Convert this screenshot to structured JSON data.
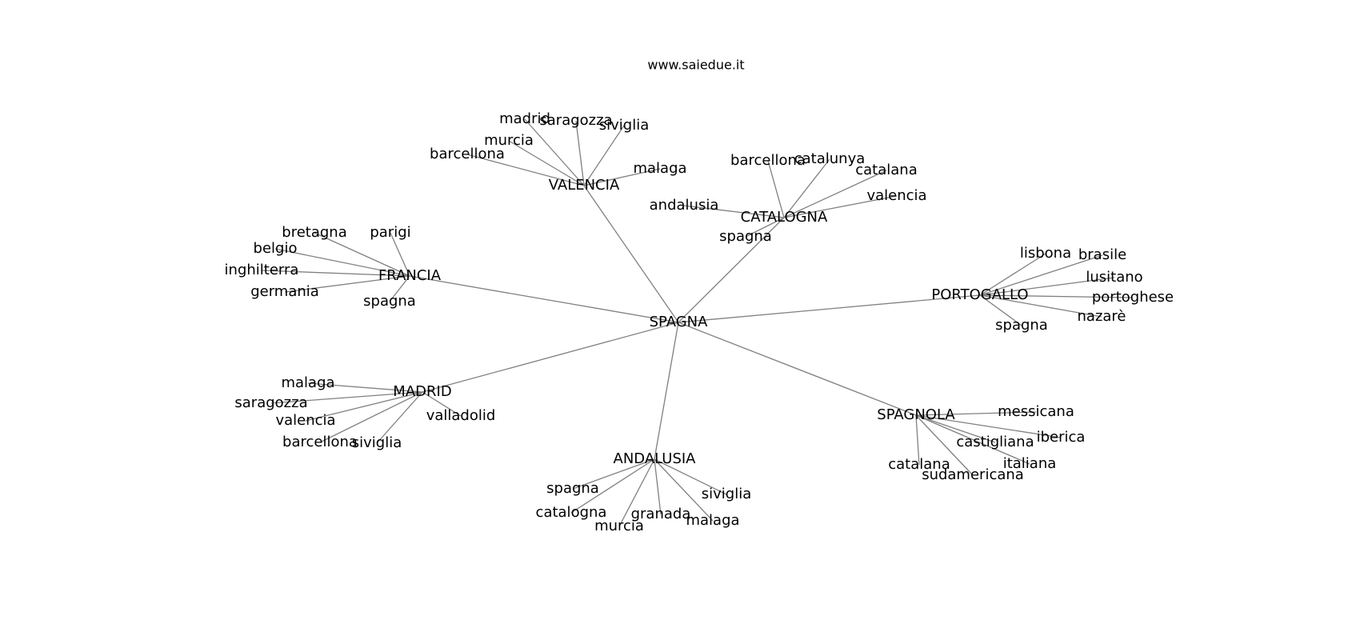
{
  "site": "www.saiedue.it",
  "colors": {
    "edge": "#808080",
    "text": "#000000",
    "background": "#ffffff"
  },
  "root": "SPAGNA",
  "hubs": [
    {
      "label": "VALENCIA",
      "leaves": [
        "madrid",
        "saragozza",
        "siviglia",
        "murcia",
        "barcellona",
        "malaga"
      ]
    },
    {
      "label": "CATALOGNA",
      "leaves": [
        "barcellona",
        "catalunya",
        "catalana",
        "valencia",
        "andalusia",
        "spagna"
      ]
    },
    {
      "label": "FRANCIA",
      "leaves": [
        "bretagna",
        "parigi",
        "belgio",
        "inghilterra",
        "germania",
        "spagna"
      ]
    },
    {
      "label": "PORTOGALLO",
      "leaves": [
        "lisbona",
        "brasile",
        "lusitano",
        "portoghese",
        "nazarè",
        "spagna"
      ]
    },
    {
      "label": "MADRID",
      "leaves": [
        "malaga",
        "saragozza",
        "valencia",
        "barcellona",
        "siviglia",
        "valladolid"
      ]
    },
    {
      "label": "SPAGNOLA",
      "leaves": [
        "messicana",
        "iberica",
        "castigliana",
        "italiana",
        "catalana",
        "sudamericana"
      ]
    },
    {
      "label": "ANDALUSIA",
      "leaves": [
        "spagna",
        "catalogna",
        "granada",
        "murcia",
        "malaga",
        "siviglia"
      ]
    }
  ]
}
